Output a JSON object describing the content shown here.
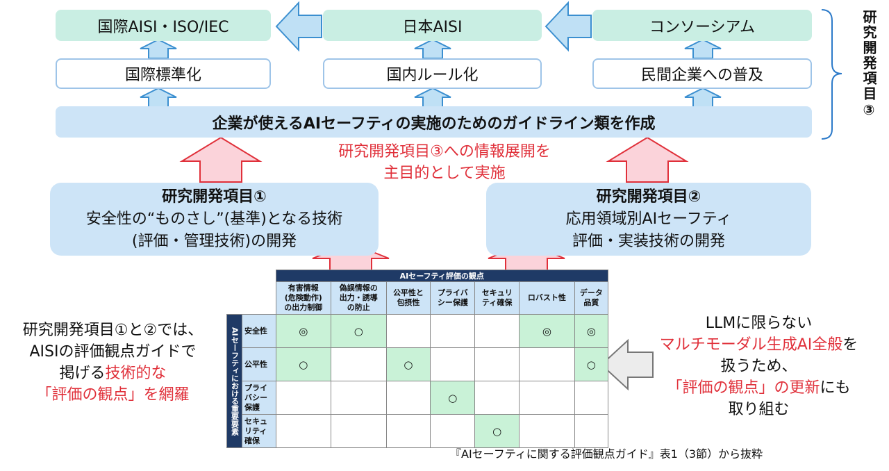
{
  "top_boxes": [
    "国際AISI・ISO/IEC",
    "日本AISI",
    "コンソーシアム"
  ],
  "mid_boxes": [
    "国際標準化",
    "国内ルール化",
    "民間企業への普及"
  ],
  "guideline": "企業が使えるAIセーフティの実施のためのガイドライン類を作成",
  "side_label": "研究開発項目③",
  "center_text": [
    "研究開発項目③への情報展開を",
    "主目的として実施"
  ],
  "item1": {
    "title": "研究開発項目①",
    "line1": "安全性の“ものさし”(基準)となる技術",
    "line2": "(評価・管理技術)の開発"
  },
  "item2": {
    "title": "研究開発項目②",
    "line1": "応用領域別AIセーフティ",
    "line2": "評価・実装技術の開発"
  },
  "left_note": {
    "l1": "研究開発項目①と②では、",
    "l2": "AISIの評価観点ガイドで",
    "l3a": "掲げる",
    "l3b": "技術的な",
    "l4": "「評価の観点」を網羅"
  },
  "right_note": {
    "l1": "LLMに限らない",
    "l2a": "マルチモーダル生成AI全般",
    "l2b": "を",
    "l3": "扱うため、",
    "l4a": "「評価の観点」の更新",
    "l4b": "にも",
    "l5": "取り組む"
  },
  "table": {
    "title": "AIセーフティ評価の観点",
    "side": "AIセーフティにおける重要要素",
    "columns": [
      [
        "有害情報",
        "(危険動作)",
        "の出力制御"
      ],
      [
        "偽誤情報の",
        "出力・誘導",
        "の防止"
      ],
      [
        "公平性と",
        "包摂性"
      ],
      [
        "プライバ",
        "シー保護"
      ],
      [
        "セキュリ",
        "ティ確保"
      ],
      [
        "ロバスト性"
      ],
      [
        "データ",
        "品質"
      ]
    ],
    "rows": [
      {
        "label": [
          "安全性"
        ],
        "cells": [
          "◎",
          "○",
          "",
          "",
          "",
          "◎",
          "◎"
        ]
      },
      {
        "label": [
          "公平性"
        ],
        "cells": [
          "○",
          "",
          "○",
          "",
          "",
          "",
          "○"
        ]
      },
      {
        "label": [
          "プライ",
          "バシー",
          "保護"
        ],
        "cells": [
          "",
          "",
          "",
          "○",
          "",
          "",
          ""
        ]
      },
      {
        "label": [
          "セキュ",
          "リティ",
          "確保"
        ],
        "cells": [
          "",
          "",
          "",
          "",
          "○",
          "",
          ""
        ]
      }
    ],
    "caption": "『AIセーフティに関する評価観点ガイド』表1（3節）から抜粋"
  }
}
